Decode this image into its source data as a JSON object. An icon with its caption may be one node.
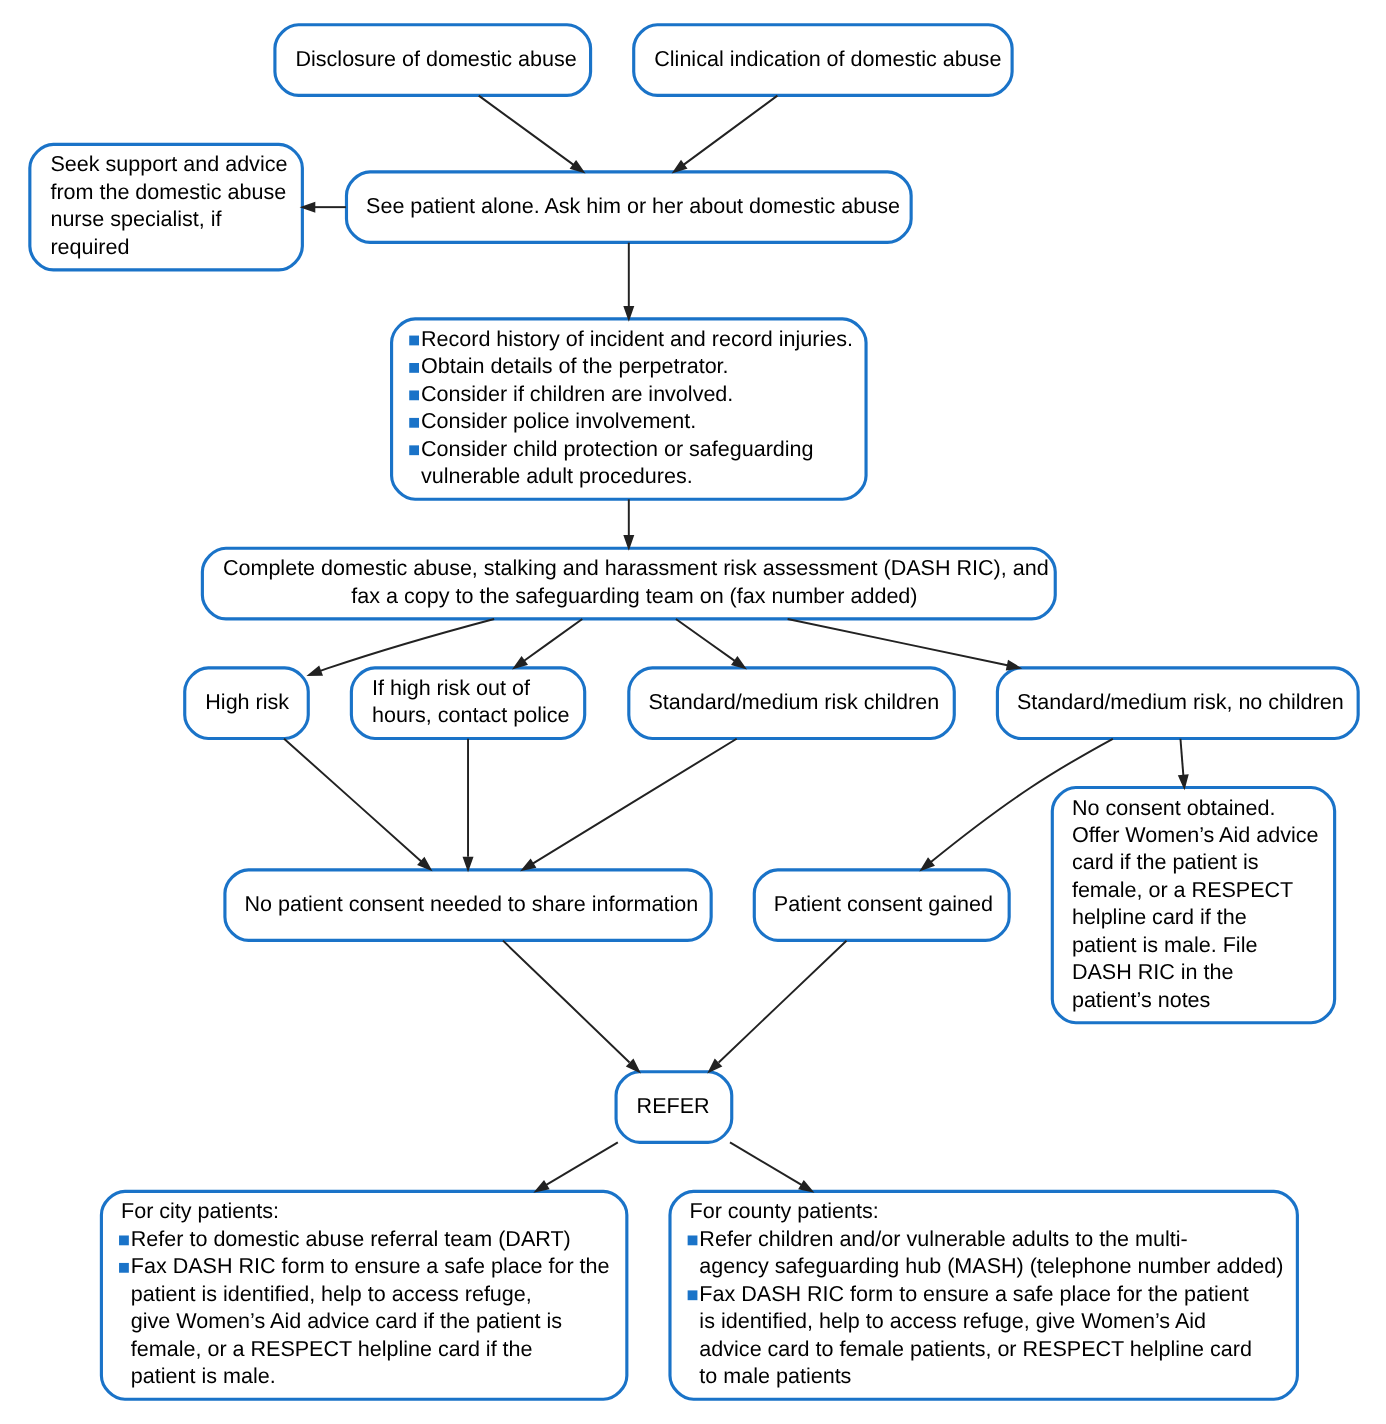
{
  "diagram": {
    "nodes": [
      {
        "text": [
          "Disclosure of domestic abuse"
        ]
      },
      {
        "text": [
          "Clinical indication of domestic abuse"
        ]
      },
      {
        "text": [
          "Seek support and advice from the domestic abuse nurse specialist, if required"
        ]
      },
      {
        "text": [
          "See patient alone. Ask him or her about domestic abuse"
        ]
      },
      {
        "text": [
          "Record history of incident and record injuries.",
          "Obtain details of the perpetrator.",
          "Consider if children are involved.",
          "Consider police involvement.",
          "Consider child protection or safeguarding vulnerable adult procedures."
        ]
      },
      {
        "text": [
          "Complete domestic abuse, stalking and harassment risk assessment (DASH RIC), and fax a copy to the safeguarding team on (fax number added)"
        ]
      },
      {
        "text": [
          "High risk"
        ]
      },
      {
        "text": [
          "If high risk out of hours, contact police"
        ]
      },
      {
        "text": [
          "Standard/medium risk children"
        ]
      },
      {
        "text": [
          "Standard/medium risk, no children"
        ]
      },
      {
        "text": [
          "No patient consent needed to share information"
        ]
      },
      {
        "text": [
          "Patient consent gained"
        ]
      },
      {
        "text": [
          "No consent obtained. Offer Women’s Aid advice card if the patient is female, or a RESPECT helpline card if the patient is male. File DASH RIC in the patient’s notes"
        ]
      },
      {
        "text": [
          "REFER"
        ]
      },
      {
        "text": [
          "For city patients:",
          "Refer to domestic abuse referral team (DART)",
          "Fax DASH RIC form to ensure a safe place for the patient is identified, help to access refuge, give Women’s Aid advice card if the patient is female, or a RESPECT helpline card if the patient is male."
        ]
      },
      {
        "text": [
          "For county patients:",
          "Refer children and/or vulnerable adults to the multi-agency safeguarding hub (MASH) (telephone number added)",
          "Fax DASH RIC form to ensure a safe place for the patient is identified, help to access refuge, give Women’s Aid advice card to female patients, or RESPECT helpline card to male patients"
        ]
      }
    ],
    "edges": [
      {
        "from": 0,
        "to": 3,
        "arrow": "to"
      },
      {
        "from": 1,
        "to": 3,
        "arrow": "to"
      },
      {
        "from": 3,
        "to": 2,
        "arrow": "to"
      },
      {
        "from": 3,
        "to": 4,
        "arrow": "to"
      },
      {
        "from": 4,
        "to": 5,
        "arrow": "to"
      },
      {
        "from": 5,
        "to": 6,
        "arrow": "to"
      },
      {
        "from": 5,
        "to": 7,
        "arrow": "to"
      },
      {
        "from": 5,
        "to": 8,
        "arrow": "to"
      },
      {
        "from": 5,
        "to": 9,
        "arrow": "to"
      },
      {
        "from": 6,
        "to": 10,
        "arrow": "to"
      },
      {
        "from": 7,
        "to": 10,
        "arrow": "to"
      },
      {
        "from": 8,
        "to": 10,
        "arrow": "to"
      },
      {
        "from": 9,
        "to": 11,
        "arrow": "to"
      },
      {
        "from": 9,
        "to": 12,
        "arrow": "to"
      },
      {
        "from": 10,
        "to": 13,
        "arrow": "to"
      },
      {
        "from": 11,
        "to": 13,
        "arrow": "to"
      },
      {
        "from": 13,
        "to": 14,
        "arrow": "to"
      },
      {
        "from": 13,
        "to": 15,
        "arrow": "to"
      }
    ]
  }
}
